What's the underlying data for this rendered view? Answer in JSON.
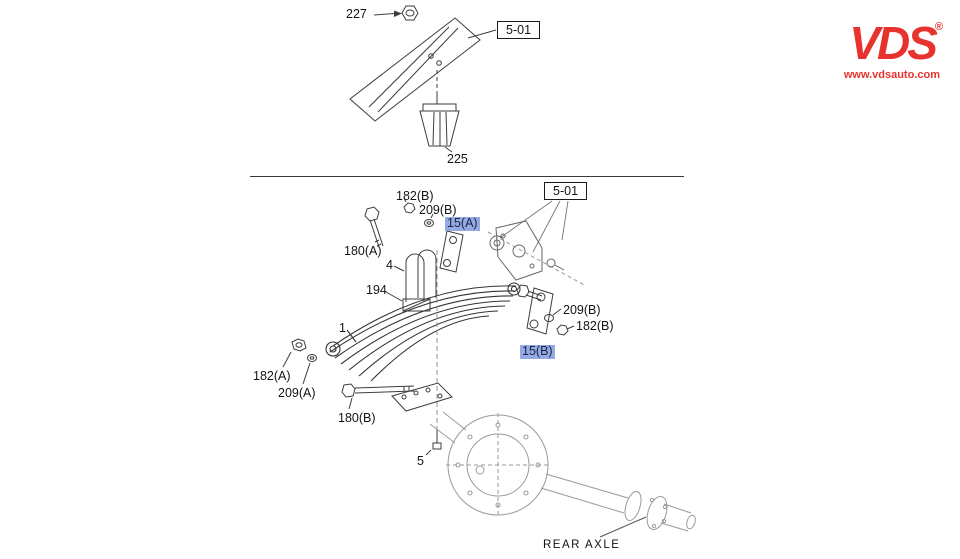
{
  "brand": {
    "logo_text": "VDS",
    "registered_mark": "®",
    "website": "www.vdsauto.com",
    "accent_color": "#e8322e"
  },
  "highlight_color": "#93aae4",
  "top_diagram": {
    "ref_label": "5-01",
    "callouts": {
      "nut": "227",
      "bump_stop": "225"
    }
  },
  "bottom_diagram": {
    "ref_label": "5-01",
    "caption": "REAR AXLE",
    "callouts": {
      "upper_nut": "182(B)",
      "upper_washer": "209(B)",
      "shackle_a": "15(A)",
      "bolt_a": "180(A)",
      "u_bolt": "4",
      "spring_seat": "194",
      "leaf_spring": "1",
      "front_nut": "182(A)",
      "front_washer": "209(A)",
      "bolt_b": "180(B)",
      "center_bolt": "5",
      "rear_washer": "209(B)",
      "rear_nut": "182(B)",
      "shackle_b": "15(B)"
    }
  }
}
